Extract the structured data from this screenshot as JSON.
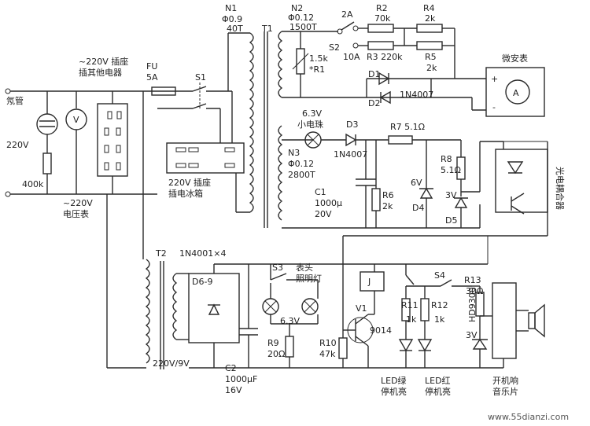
{
  "labels": {
    "n1": "N1",
    "n1_wire": "Φ0.9",
    "n1_turns": "40T",
    "n2": "N2",
    "n2_wire": "Φ0.12",
    "n2_turns": "1500T",
    "t1": "T1",
    "s2_2a": "2A",
    "s2_10a": "10A",
    "s2": "S2",
    "r2": "R2",
    "r2_val": "70k",
    "r4": "R4",
    "r4_val": "2k",
    "r3_and_val": "R3  220k",
    "r5": "R5",
    "r5_val": "2k",
    "r1_val": "1.5k",
    "r1": "*R1",
    "microammeter": "微安表",
    "meter_a": "A",
    "plus": "+",
    "minus": "-",
    "d1": "D1",
    "d2": "D2",
    "d1d2_type": "1N4007",
    "socket_other": "~220V 插座",
    "socket_other2": "插其他电器",
    "fu": "FU",
    "fu_val": "5A",
    "s1": "S1",
    "neon": "氖管",
    "v220": "220V",
    "r400k": "400k",
    "voltmeter_v": "V",
    "voltmeter_label1": "~220V",
    "voltmeter_label2": "电压表",
    "fridge_socket1": "220V 插座",
    "fridge_socket2": "插电冰箱",
    "bulb_v": "6.3V",
    "bulb_name": "小电珠",
    "d3": "D3",
    "d3_type": "1N4007",
    "r7": "R7  5.1Ω",
    "n3": "N3",
    "n3_wire": "Φ0.12",
    "n3_turns": "2800T",
    "r8": "R8",
    "r8_val": "5.1Ω",
    "c1": "C1",
    "c1_val": "1000μ",
    "c1_v": "20V",
    "r6": "R6",
    "r6_val": "2k",
    "v6": "6V",
    "d4": "D4",
    "v3_d5": "3V",
    "d5": "D5",
    "optocoupler": "光电耦合器",
    "t2": "T2",
    "bridge_type": "1N4001×4",
    "d69": "D6-9",
    "s3": "S3",
    "headlamp1": "表头",
    "headlamp2": "照明灯",
    "lamps_v": "6.3V",
    "r9": "R9",
    "r9_val": "20Ω",
    "r10": "R10",
    "r10_val": "47k",
    "v1": "V1",
    "v1_type": "9014",
    "j": "J",
    "s4": "S4",
    "r13": "R13",
    "r13_val": "30Ω",
    "r11": "R11",
    "r11_val": "1k",
    "r12": "R12",
    "r12_val": "1k",
    "v3_z": "3V",
    "hd9300": "HD9300",
    "t2_ratio": "220V/9V",
    "c2": "C2",
    "c2_val": "1000μF",
    "c2_v": "16V",
    "led_green1": "LED绿",
    "led_green2": "停机亮",
    "led_red1": "LED红",
    "led_red2": "停机亮",
    "music1": "开机响",
    "music2": "音乐片",
    "watermark": "www.55dianzi.com"
  }
}
